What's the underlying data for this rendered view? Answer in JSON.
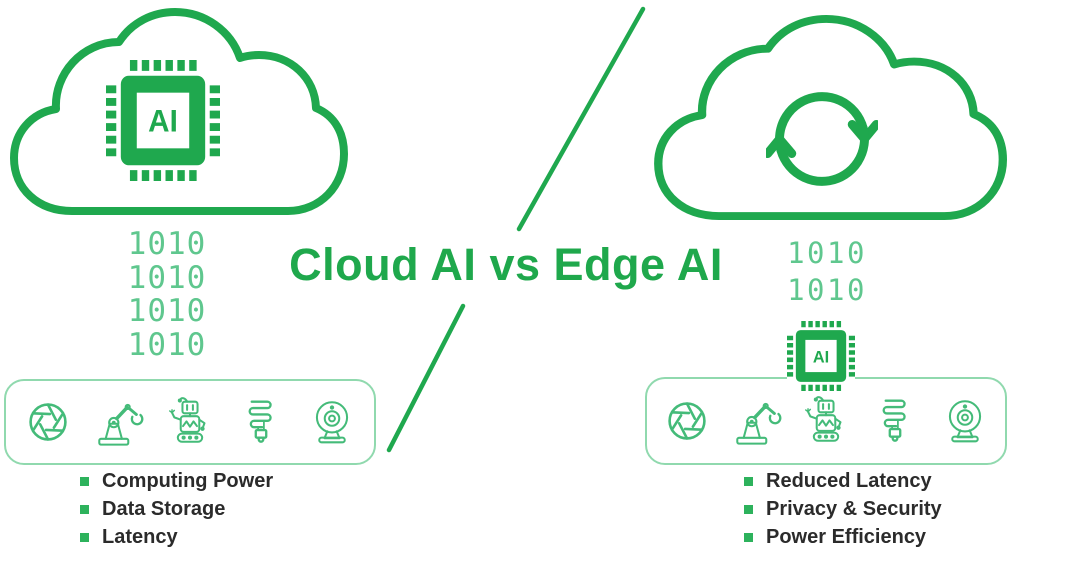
{
  "title": "Cloud AI vs Edge AI",
  "colors": {
    "accent_green": "#1fa84e",
    "title_green": "#1fa84c",
    "icon_green": "#44bb79",
    "panel_border_green": "#90d9ae",
    "binary_green": "#5fc78e",
    "bullet_square_green": "#2db25c",
    "text_dark": "#2b2b2b",
    "background": "#ffffff"
  },
  "cloud_ai": {
    "cloud_icon": "cloud-outline-with-ai-chip",
    "chip_label": "AI",
    "binary_lines": [
      "1010",
      "1010",
      "1010",
      "1010"
    ],
    "device_icons": [
      "camera-aperture",
      "robotic-arm",
      "robot",
      "cfl-lightbulb",
      "webcam"
    ],
    "bullets": [
      "Computing Power",
      "Data Storage",
      "Latency"
    ]
  },
  "edge_ai": {
    "cloud_icon": "cloud-outline-with-sync-arrows",
    "chip_label": "AI",
    "binary_lines": [
      "1010",
      "1010"
    ],
    "device_icons": [
      "camera-aperture",
      "robotic-arm",
      "robot",
      "cfl-lightbulb",
      "webcam"
    ],
    "bullets": [
      "Reduced Latency",
      "Privacy & Security",
      "Power Efficiency"
    ]
  }
}
